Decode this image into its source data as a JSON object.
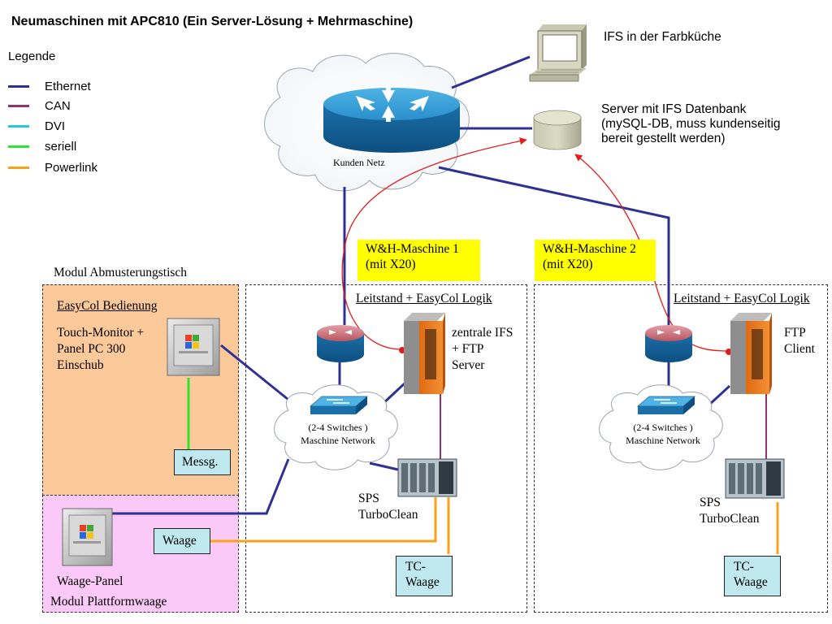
{
  "title": "Neumaschinen mit APC810 (Ein Server-Lösung + Mehrmaschine)",
  "legend": {
    "title": "Legende",
    "items": [
      {
        "label": "Ethernet",
        "color": "#2e3192"
      },
      {
        "label": "CAN",
        "color": "#93336a"
      },
      {
        "label": "DVI",
        "color": "#29c5e6"
      },
      {
        "label": "seriell",
        "color": "#2ee62e"
      },
      {
        "label": "Powerlink",
        "color": "#f7a21b"
      }
    ]
  },
  "cloud": {
    "label": "Kunden Netz"
  },
  "ifs_pc": {
    "label": "IFS in der Farbküche"
  },
  "server": {
    "label_lines": [
      "Server mit IFS Datenbank",
      "(mySQL-DB, muss kundenseitig",
      "bereit gestellt werden)"
    ]
  },
  "machine1": {
    "banner_lines": [
      "W&H-Maschine 1",
      "(mit X20)"
    ],
    "header": "Leitstand + EasyCol Logik",
    "apc_label_lines": [
      "zentrale IFS",
      "+ FTP",
      "Server"
    ],
    "switch_lines": [
      "(2-4 Switches )",
      "Maschine Network"
    ],
    "sps_lines": [
      "SPS",
      "TurboClean"
    ],
    "tc_lines": [
      "TC-",
      "Waage"
    ]
  },
  "machine2": {
    "banner_lines": [
      "W&H-Maschine 2",
      "(mit X20)"
    ],
    "header": "Leitstand + EasyCol Logik",
    "apc_label_lines": [
      "FTP",
      "Client"
    ],
    "switch_lines": [
      "(2-4 Switches )",
      "Maschine Network"
    ],
    "sps_lines": [
      "SPS",
      "TurboClean"
    ],
    "tc_lines": [
      "TC-",
      "Waage"
    ]
  },
  "modul_abmusterung": {
    "title": "Modul Abmusterungstisch",
    "heading": "EasyCol Bedienung",
    "desc_lines": [
      "Touch-Monitor +",
      "Panel PC 300",
      "Einschub"
    ],
    "messg": "Messg."
  },
  "modul_waage": {
    "title": "Modul Plattformwaage",
    "panel_label": "Waage-Panel",
    "waage": "Waage"
  }
}
